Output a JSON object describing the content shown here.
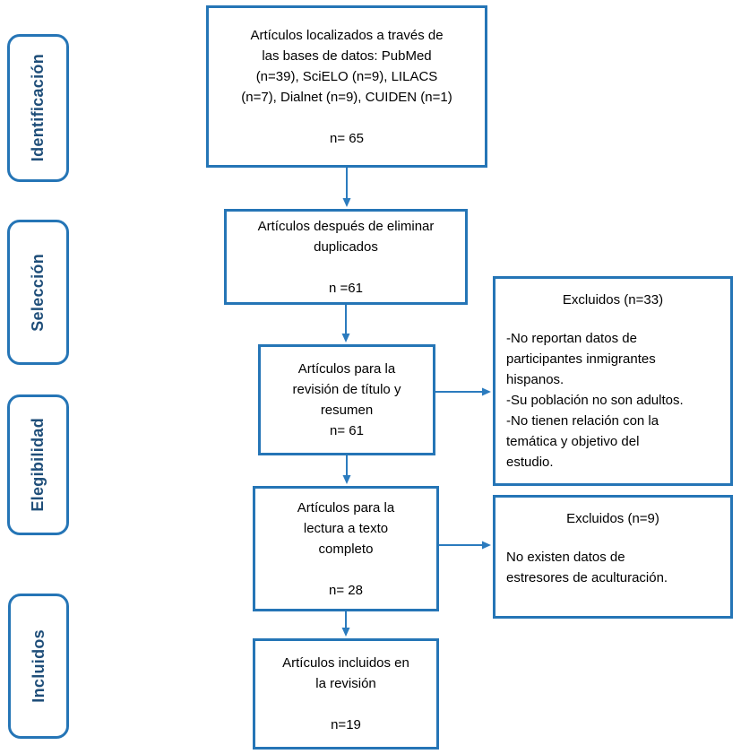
{
  "colors": {
    "box_border": "#2575B6",
    "arrow": "#2B7BBE",
    "stage_text": "#1F4E79",
    "text": "#000000",
    "bg": "#ffffff"
  },
  "stages": [
    {
      "label": "Identificación"
    },
    {
      "label": "Selección"
    },
    {
      "label": "Elegibilidad"
    },
    {
      "label": "Incluidos"
    }
  ],
  "boxes": {
    "identified": {
      "text": "Artículos localizados a través de\nlas bases de datos: PubMed\n(n=39), SciELO (n=9), LILACS\n(n=7), Dialnet (n=9), CUIDEN (n=1)",
      "count": "n= 65"
    },
    "deduplicated": {
      "text": "Artículos después de eliminar\nduplicados",
      "count": "n =61"
    },
    "title_abstract": {
      "text": "Artículos para la\nrevisión de título y\nresumen",
      "count": "n= 61"
    },
    "full_text": {
      "text": "Artículos para la\nlectura a texto\ncompleto",
      "count": "n= 28"
    },
    "included": {
      "text": "Artículos incluidos en\nla revisión",
      "count": "n=19"
    },
    "excluded1": {
      "title": "Excluidos (n=33)",
      "body": "-No reportan datos de\nparticipantes inmigrantes\nhispanos.\n-Su población no son adultos.\n-No tienen relación con la\ntemática y objetivo del\nestudio."
    },
    "excluded2": {
      "title": "Excluidos (n=9)",
      "body": "No existen datos de\nestresores de aculturación."
    }
  }
}
